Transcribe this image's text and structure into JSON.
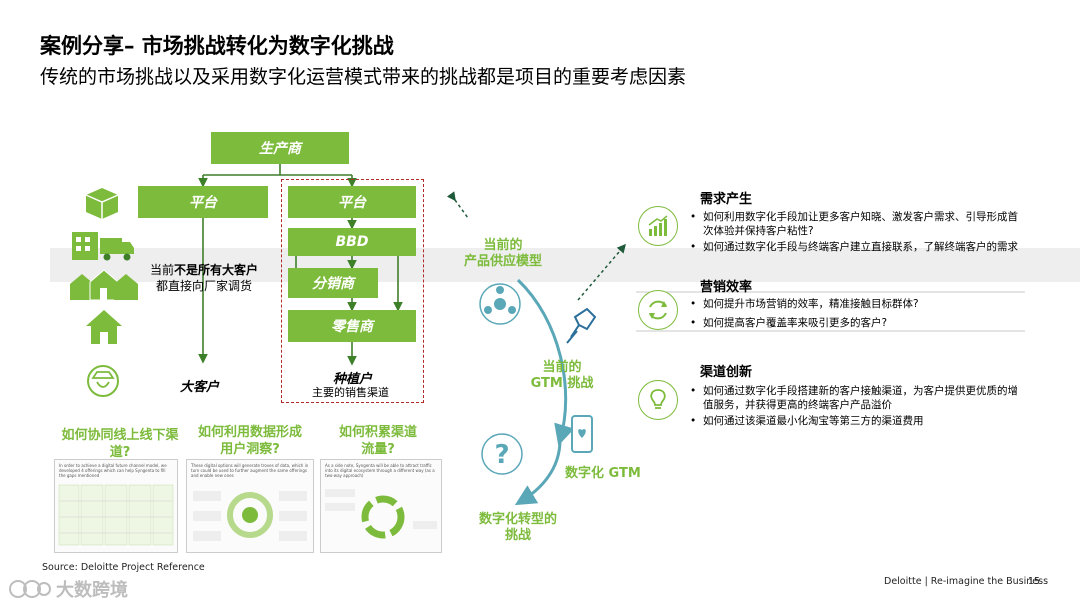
{
  "title": "案例分享– 市场挑战转化为数字化挑战",
  "subtitle": "传统的市场挑战以及采用数字化运营模式带来的挑战都是项目的重要考虑因素",
  "colors": {
    "green": "#7dbb3c",
    "dark_green": "#3e7f2a",
    "red_dash": "#b02a2a",
    "teal": "#5aa7b8"
  },
  "channel": {
    "producer": "生产商",
    "platform_left": "平台",
    "platform_right": "平台",
    "bbd": "BBD",
    "distributor": "分销商",
    "retailer": "零售商",
    "note_prefix": "当前",
    "note_bold": "不是所有大客户",
    "note_line2": "都直接向厂家调货",
    "big_customer": "大客户",
    "farmer": "种植户",
    "farmer_sub": "主要的销售渠道"
  },
  "icons": [
    "package-icon",
    "warehouse-truck-icon",
    "houses-icon",
    "home-icon",
    "farmer-icon"
  ],
  "questions": [
    {
      "text": "如何协同线上线下渠道?"
    },
    {
      "text": "如何利用数据形成用户洞察?"
    },
    {
      "text": "如何积累渠道流量?"
    }
  ],
  "thumbnails": [
    {
      "header": "In order to achieve a digital future channel model, we developed 4 offerings which can help Syngenta to fill the gaps mentioned"
    },
    {
      "header": "These digital options will generate troves of data, which in turn could be used to further augment the same offerings and enable new ones"
    },
    {
      "header": "As a side note, Syngenta will be able to attract traffic into its digital ecosystem through a different way (as a two-way approach)"
    }
  ],
  "source": "Source: Deloitte Project Reference",
  "gtm": {
    "model": "当前的\n产品供应模型",
    "current": "当前的\nGTM 挑战",
    "digital": "数字化 GTM",
    "transform": "数字化转型的\n挑战"
  },
  "sections": [
    {
      "heading": "需求产生",
      "icon": "growth-chart-icon",
      "bullets": [
        "如何利用数字化手段加让更多客户知晓、激发客户需求、引导形成首次体验并保持客户粘性?",
        "如何通过数字化手段与终端客户建立直接联系，了解终端客户的需求"
      ]
    },
    {
      "heading": "营销效率",
      "icon": "refresh-icon",
      "bullets": [
        "如何提升市场营销的效率，精准接触目标群体?",
        "如何提高客户覆盖率来吸引更多的客户?"
      ]
    },
    {
      "heading": "渠道创新",
      "icon": "lightbulb-icon",
      "bullets": [
        "如何通过数字化手段搭建新的客户接触渠道，为客户提供更优质的增值服务，并获得更高的终端客户产品溢价",
        "如何通过该渠道最小化淘宝等第三方的渠道费用"
      ]
    }
  ],
  "footer": {
    "brand": "Deloitte",
    "tagline": "| Re-imagine the Business",
    "page": "15",
    "watermark": "大数跨境"
  }
}
